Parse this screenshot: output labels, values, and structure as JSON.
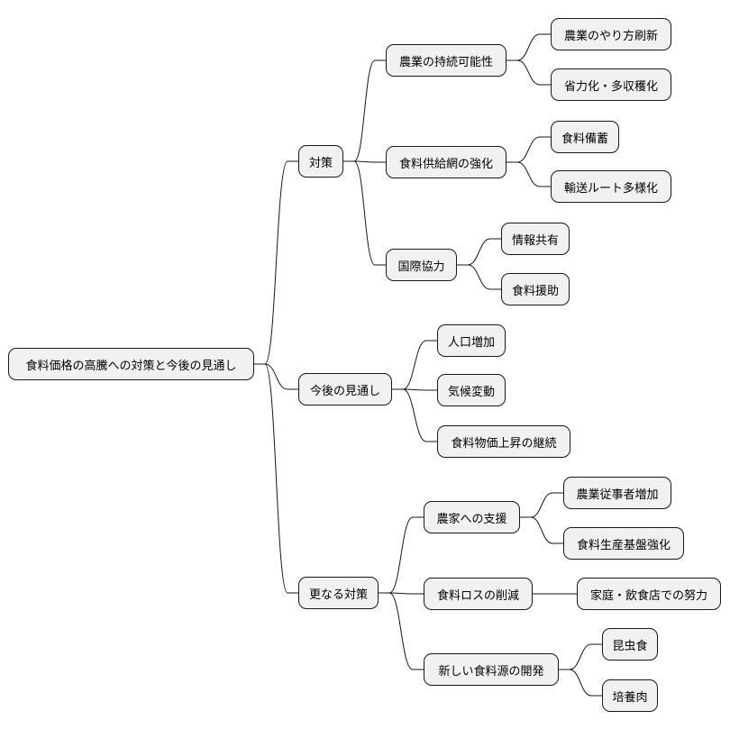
{
  "root": "食料価格の高騰への対策と今後の見通し",
  "branches": [
    {
      "label": "対策",
      "children": [
        {
          "label": "農業の持続可能性",
          "children": [
            "農業のやり方刷新",
            "省力化・多収穫化"
          ]
        },
        {
          "label": "食料供給網の強化",
          "children": [
            "食料備蓄",
            "輸送ルート多様化"
          ]
        },
        {
          "label": "国際協力",
          "children": [
            "情報共有",
            "食料援助"
          ]
        }
      ]
    },
    {
      "label": "今後の見通し",
      "children": [
        {
          "label": "人口増加",
          "children": []
        },
        {
          "label": "気候変動",
          "children": []
        },
        {
          "label": "食料物価上昇の継続",
          "children": []
        }
      ]
    },
    {
      "label": "更なる対策",
      "children": [
        {
          "label": "農家への支援",
          "children": [
            "農業従事者増加",
            "食料生産基盤強化"
          ]
        },
        {
          "label": "食料ロスの削減",
          "children": [
            "家庭・飲食店での努力"
          ]
        },
        {
          "label": "新しい食料源の開発",
          "children": [
            "昆虫食",
            "培養肉"
          ]
        }
      ]
    }
  ]
}
